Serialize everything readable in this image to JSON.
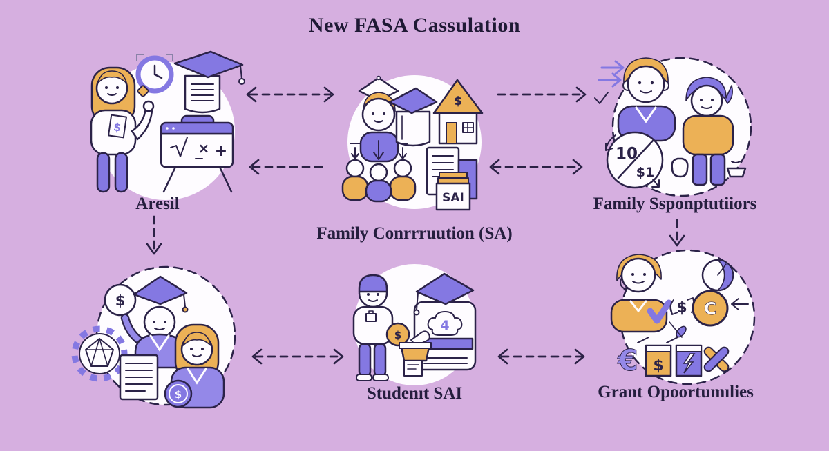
{
  "title": "New FASA Cassulation",
  "nodes": {
    "research": {
      "label": "Aresil"
    },
    "family_contribution": {
      "label": "Family Conrrruution (SA)"
    },
    "family_supporters": {
      "label": "Family Ssponptutiiors"
    },
    "award": {
      "label": ""
    },
    "student_sai": {
      "label": "Studenıt SAI"
    },
    "grant_opportunities": {
      "label": "Grant Opoortumılies"
    }
  },
  "glyphs": {
    "dollar": "$",
    "sai": "SAI",
    "rate_top": "10",
    "rate_bottom": "$1",
    "badge_number": "4",
    "euro": "€",
    "coin_letter": "C",
    "multiply": "×",
    "plus": "+"
  },
  "connections": [
    {
      "from": "research",
      "to": "family_contribution",
      "heads": "both"
    },
    {
      "from": "family_contribution",
      "to": "research",
      "heads": "left"
    },
    {
      "from": "family_contribution",
      "to": "family_supporters",
      "heads": "right"
    },
    {
      "from": "family_supporters",
      "to": "family_contribution",
      "heads": "both"
    },
    {
      "from": "research",
      "to": "award",
      "heads": "down"
    },
    {
      "from": "family_supporters",
      "to": "grant_opportunities",
      "heads": "down"
    },
    {
      "from": "award",
      "to": "student_sai",
      "heads": "both"
    },
    {
      "from": "student_sai",
      "to": "grant_opportunities",
      "heads": "both"
    }
  ],
  "colors": {
    "background": "#d6afe0",
    "outline": "#2b2248",
    "purple": "#8478e2",
    "light_purple": "#9488e8",
    "orange": "#ecb156",
    "node_fill": "#fefcff"
  }
}
